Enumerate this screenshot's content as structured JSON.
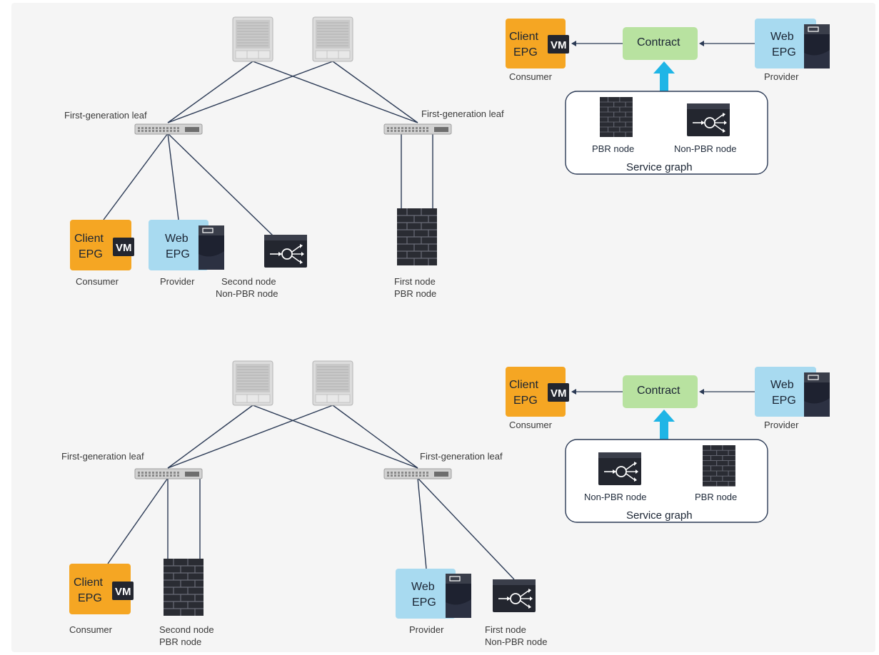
{
  "top": {
    "leaf_left_label": "First-generation leaf",
    "leaf_right_label": "First-generation leaf",
    "client_epg": {
      "line1": "Client",
      "line2": "EPG",
      "vm": "VM",
      "caption": "Consumer"
    },
    "web_epg": {
      "line1": "Web",
      "line2": "EPG",
      "caption": "Provider"
    },
    "node_a": {
      "caption1": "Second node",
      "caption2": "Non-PBR node"
    },
    "node_b": {
      "caption1": "First node",
      "caption2": "PBR node"
    },
    "logical": {
      "client": {
        "line1": "Client",
        "line2": "EPG",
        "vm": "VM",
        "caption": "Consumer"
      },
      "contract": "Contract",
      "web": {
        "line1": "Web",
        "line2": "EPG",
        "caption": "Provider"
      },
      "node1": "PBR node",
      "node2": "Non-PBR node",
      "service_graph": "Service graph"
    }
  },
  "bottom": {
    "leaf_left_label": "First-generation leaf",
    "leaf_right_label": "First-generation leaf",
    "client_epg": {
      "line1": "Client",
      "line2": "EPG",
      "vm": "VM",
      "caption": "Consumer"
    },
    "node_a": {
      "caption1": "Second node",
      "caption2": "PBR node"
    },
    "web_epg": {
      "line1": "Web",
      "line2": "EPG",
      "caption": "Provider"
    },
    "node_b": {
      "caption1": "First node",
      "caption2": "Non-PBR node"
    },
    "logical": {
      "client": {
        "line1": "Client",
        "line2": "EPG",
        "vm": "VM",
        "caption": "Consumer"
      },
      "contract": "Contract",
      "web": {
        "line1": "Web",
        "line2": "EPG",
        "caption": "Provider"
      },
      "node1": "Non-PBR node",
      "node2": "PBR node",
      "service_graph": "Service graph"
    }
  },
  "colors": {
    "client_epg": "#f5a623",
    "web_epg": "#a8daf0",
    "contract": "#b8e2a0",
    "arrow_up": "#1fb5e6",
    "device_dark": "#1e2230"
  }
}
